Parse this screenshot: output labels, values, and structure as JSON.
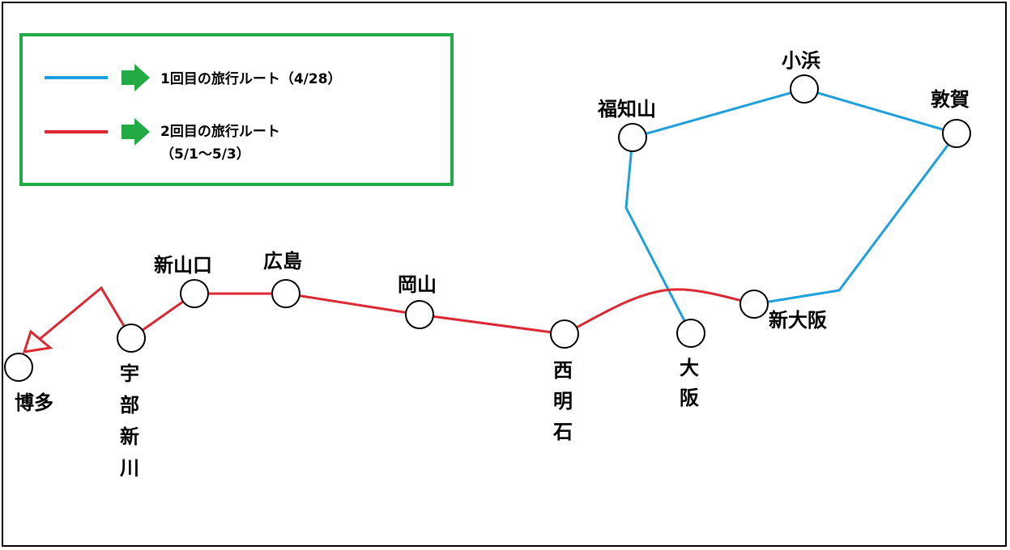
{
  "legend": {
    "route1_label": "1回目の旅行ルート（4/28）",
    "route2_label_line1": "2回目の旅行ルート",
    "route2_label_line2": "（5/1〜5/3）"
  },
  "colors": {
    "route1": "#1ea0dc",
    "route2": "#dc2832",
    "legend_border": "#22aa44",
    "arrow": "#22aa44"
  },
  "stations": {
    "hakata": "博多",
    "ube_shinkawa": "宇部新川",
    "shin_yamaguchi": "新山口",
    "hiroshima": "広島",
    "okayama": "岡山",
    "nishi_akashi": "西明石",
    "osaka": "大阪",
    "shin_osaka": "新大阪",
    "fukuchiyama": "福知山",
    "obama": "小浜",
    "tsuruga": "敦賀"
  }
}
